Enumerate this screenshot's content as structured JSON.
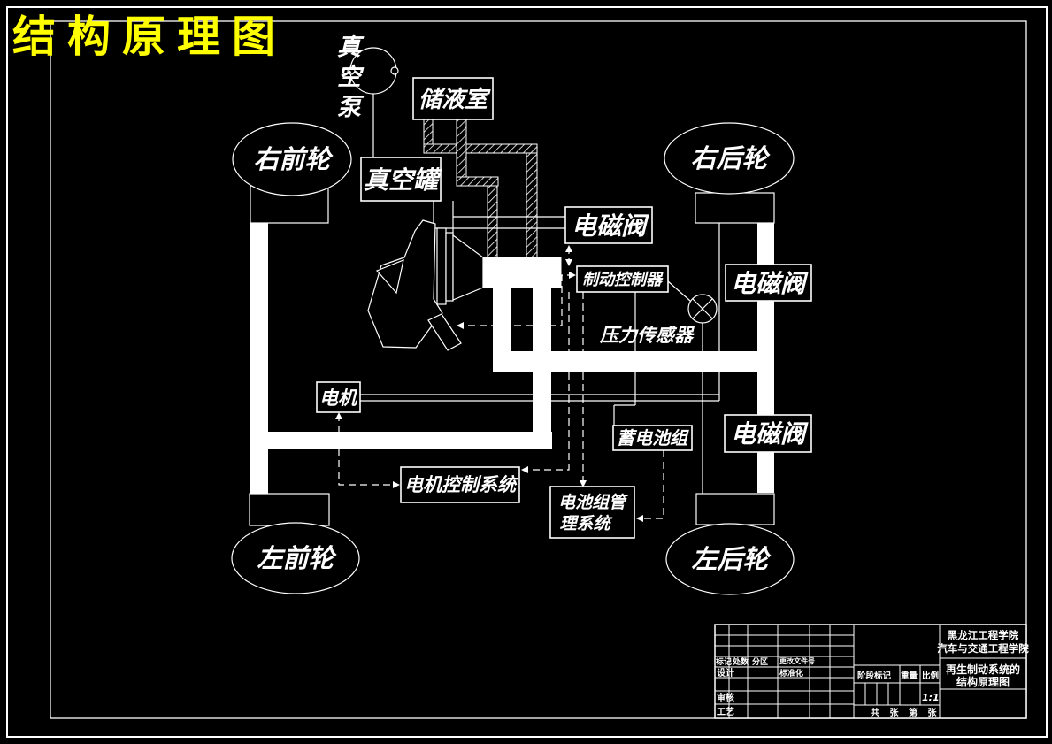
{
  "drawing_title": "结构原理图",
  "components": {
    "vacuum_pump": "真空泵",
    "reservoir": "储液室",
    "vacuum_tank": "真空罐",
    "wheel_right_front": "右前轮",
    "wheel_right_rear": "右后轮",
    "wheel_left_front": "左前轮",
    "wheel_left_rear": "左后轮",
    "solenoid_valve_1": "电磁阀",
    "solenoid_valve_2": "电磁阀",
    "solenoid_valve_3": "电磁阀",
    "brake_controller": "制动控制器",
    "pressure_sensor": "压力传感器",
    "motor": "电机",
    "battery_pack": "蓄电池组",
    "motor_control_system": "电机控制系统",
    "bms_line1": "电池组管",
    "bms_line2": "理系统"
  },
  "title_block": {
    "mark": "标记",
    "count": "处数",
    "zone": "分区",
    "change_doc": "更改文件号",
    "design": "设计",
    "standardization": "标准化",
    "review": "审核",
    "process": "工艺",
    "stage_mark": "阶段标记",
    "weight": "重量",
    "scale_label": "比例",
    "scale_value": "1:1",
    "sheet_info": "共 张 第 张",
    "school_line1": "黑龙江工程学院",
    "school_line2": "汽车与交通工程学院",
    "drawing_name_line1": "再生制动系统的",
    "drawing_name_line2": "结构原理图"
  },
  "colors": {
    "background": "#000000",
    "line": "#ffffff",
    "title": "#ffff00"
  }
}
